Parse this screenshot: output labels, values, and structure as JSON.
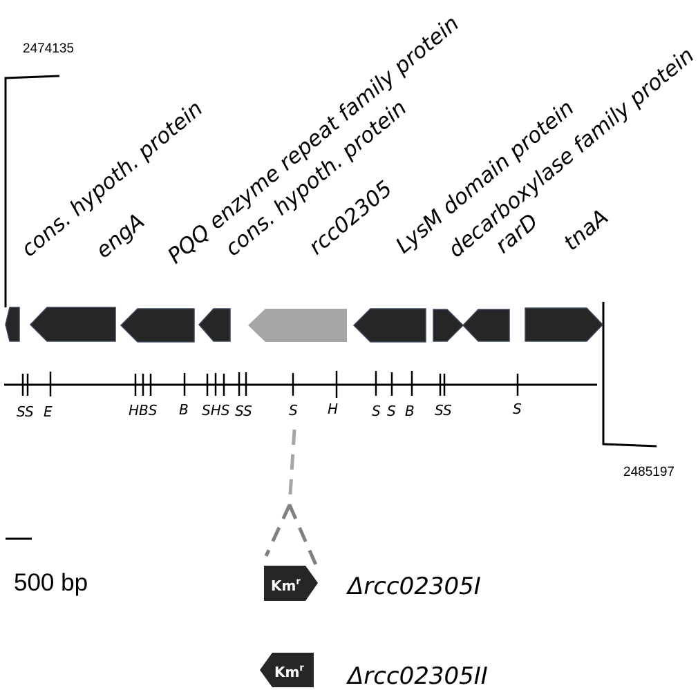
{
  "coordinates": {
    "start": "2474135",
    "end": "2485197"
  },
  "genes": [
    {
      "label": "cons. hypoth. protein",
      "strand": "-",
      "color": "#262626"
    },
    {
      "label": "engA",
      "strand": "-",
      "color": "#262626"
    },
    {
      "label": "PQQ enzyme repeat family protein",
      "strand": "-",
      "color": "#262626"
    },
    {
      "label": "cons. hypoth. protein",
      "strand": "-",
      "color": "#262626"
    },
    {
      "label": "rcc02305",
      "strand": "-",
      "color": "#a6a6a6"
    },
    {
      "label": "LysM domain protein",
      "strand": "-",
      "color": "#262626"
    },
    {
      "label": "decarboxylase family protein",
      "strand": "+",
      "color": "#262626"
    },
    {
      "label": "rarD",
      "strand": "-",
      "color": "#262626"
    },
    {
      "label": "tnaA",
      "strand": "+",
      "color": "#262626"
    }
  ],
  "sites": [
    {
      "label": "SS"
    },
    {
      "label": "E"
    },
    {
      "label": "HBS"
    },
    {
      "label": "B"
    },
    {
      "label": "SHS"
    },
    {
      "label": "SS"
    },
    {
      "label": "S"
    },
    {
      "label": "H"
    },
    {
      "label": "S"
    },
    {
      "label": "S"
    },
    {
      "label": "B"
    },
    {
      "label": "SS"
    },
    {
      "label": "S"
    }
  ],
  "scale_bar": {
    "label": "500 bp"
  },
  "cassette": {
    "label": "Km",
    "superscript": "r"
  },
  "mutants": [
    {
      "name": "Δrcc02305I",
      "orientation": "forward"
    },
    {
      "name": "Δrcc02305II",
      "orientation": "reverse"
    }
  ],
  "colors": {
    "gene_dark": "#262626",
    "target_gene": "#a6a6a6",
    "outline": "#3a4458",
    "insertion_line": "#a6a6a6",
    "insertion_line_dark": "#808080"
  }
}
